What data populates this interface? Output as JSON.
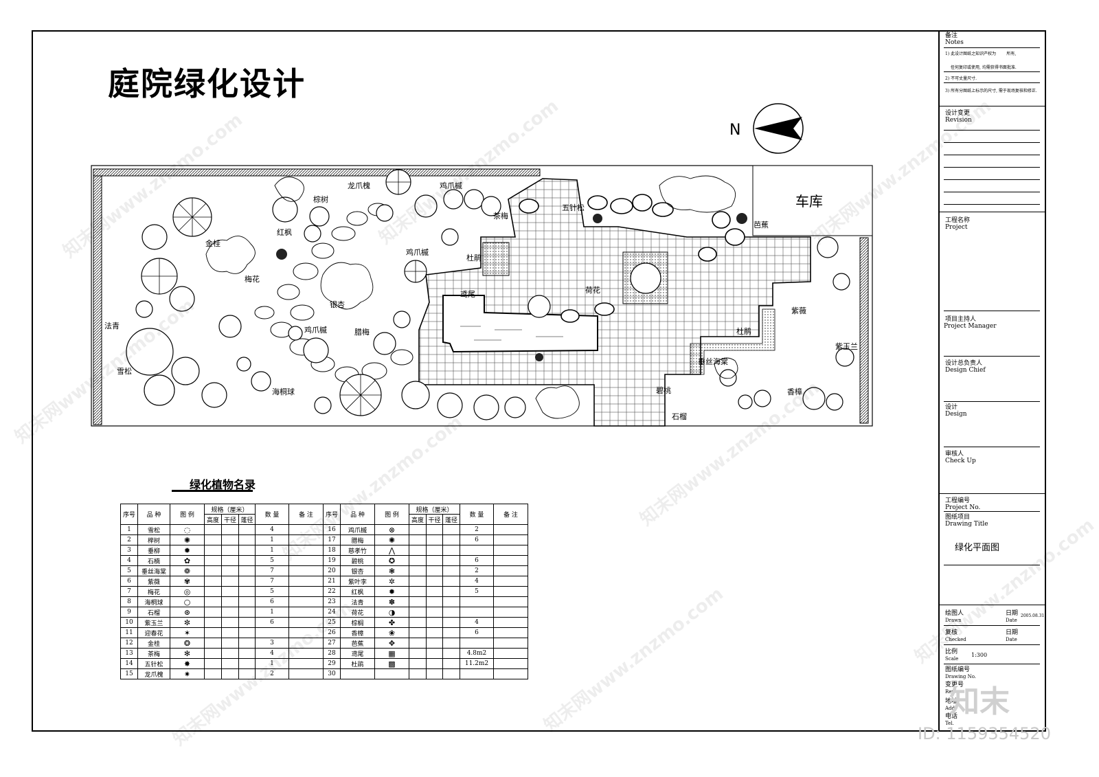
{
  "drawing": {
    "title": "庭院绿化设计",
    "north_label": "N",
    "garage_label": "车库"
  },
  "plan_labels": [
    {
      "id": "longzhuahuai",
      "text": "龙爪槐"
    },
    {
      "id": "jizhuaxie1",
      "text": "鸡爪槭"
    },
    {
      "id": "zongshu",
      "text": "棕树"
    },
    {
      "id": "hongfeng",
      "text": "红枫"
    },
    {
      "id": "jinjie",
      "text": "金桂"
    },
    {
      "id": "chamei",
      "text": "茶梅"
    },
    {
      "id": "wuzhensong",
      "text": "五针松"
    },
    {
      "id": "bajiao",
      "text": "芭蕉"
    },
    {
      "id": "meihua",
      "text": "梅花"
    },
    {
      "id": "jizhuaxie2",
      "text": "鸡爪槭"
    },
    {
      "id": "dujuan1",
      "text": "杜鹃"
    },
    {
      "id": "yinxing",
      "text": "银杏"
    },
    {
      "id": "fagao",
      "text": "法青"
    },
    {
      "id": "xuesong",
      "text": "雪松"
    },
    {
      "id": "jizhuaxie3",
      "text": "鸡爪槭"
    },
    {
      "id": "lamei",
      "text": "腊梅"
    },
    {
      "id": "haitongqiu",
      "text": "海桐球"
    },
    {
      "id": "hehua",
      "text": "荷花"
    },
    {
      "id": "yiwei",
      "text": "鸢尾"
    },
    {
      "id": "dujuan2",
      "text": "杜鹃"
    },
    {
      "id": "ziwei",
      "text": "紫薇"
    },
    {
      "id": "ziyulan",
      "text": "紫玉兰"
    },
    {
      "id": "chuisihaitang",
      "text": "垂丝海棠"
    },
    {
      "id": "bitao",
      "text": "碧桃"
    },
    {
      "id": "shiliu",
      "text": "石榴"
    },
    {
      "id": "xiangzhang",
      "text": "香樟"
    }
  ],
  "legend": {
    "title": "绿化植物名录",
    "headers": {
      "index": "序号",
      "species": "品 种",
      "symbol": "图 例",
      "spec": "规格（厘米）",
      "height": "高度",
      "trunk": "干径",
      "crown": "蓬径",
      "qty": "数 量",
      "notes": "备 注"
    },
    "rows_left": [
      {
        "no": "1",
        "name": "雪松",
        "sym": "◌",
        "qty": "4"
      },
      {
        "no": "2",
        "name": "榉树",
        "sym": "✺",
        "qty": "1"
      },
      {
        "no": "3",
        "name": "垂柳",
        "sym": "✹",
        "qty": "1"
      },
      {
        "no": "4",
        "name": "石楠",
        "sym": "✿",
        "qty": "5"
      },
      {
        "no": "5",
        "name": "垂丝海棠",
        "sym": "❁",
        "qty": "7"
      },
      {
        "no": "6",
        "name": "紫薇",
        "sym": "✾",
        "qty": "7"
      },
      {
        "no": "7",
        "name": "梅花",
        "sym": "◎",
        "qty": "5"
      },
      {
        "no": "8",
        "name": "海桐球",
        "sym": "○",
        "qty": "6"
      },
      {
        "no": "9",
        "name": "石榴",
        "sym": "⊛",
        "qty": "1"
      },
      {
        "no": "10",
        "name": "紫玉兰",
        "sym": "✼",
        "qty": "6"
      },
      {
        "no": "11",
        "name": "迎春花",
        "sym": "✶",
        "qty": ""
      },
      {
        "no": "12",
        "name": "金桂",
        "sym": "❂",
        "qty": "3"
      },
      {
        "no": "13",
        "name": "茶梅",
        "sym": "✻",
        "qty": "4"
      },
      {
        "no": "14",
        "name": "五针松",
        "sym": "✸",
        "qty": "1"
      },
      {
        "no": "15",
        "name": "龙爪槐",
        "sym": "✷",
        "qty": "2"
      }
    ],
    "rows_right": [
      {
        "no": "16",
        "name": "鸡爪槭",
        "sym": "⊗",
        "qty": "2"
      },
      {
        "no": "17",
        "name": "腊梅",
        "sym": "✺",
        "qty": "6"
      },
      {
        "no": "18",
        "name": "慈孝竹",
        "sym": "⋀",
        "qty": ""
      },
      {
        "no": "19",
        "name": "碧桃",
        "sym": "✪",
        "qty": "6"
      },
      {
        "no": "20",
        "name": "银杏",
        "sym": "❃",
        "qty": "2"
      },
      {
        "no": "21",
        "name": "紫叶李",
        "sym": "✲",
        "qty": "4"
      },
      {
        "no": "22",
        "name": "红枫",
        "sym": "✹",
        "qty": "5"
      },
      {
        "no": "23",
        "name": "法青",
        "sym": "✽",
        "qty": ""
      },
      {
        "no": "24",
        "name": "荷花",
        "sym": "◑",
        "qty": ""
      },
      {
        "no": "25",
        "name": "棕榈",
        "sym": "✤",
        "qty": "4"
      },
      {
        "no": "26",
        "name": "香樟",
        "sym": "❀",
        "qty": "6"
      },
      {
        "no": "27",
        "name": "芭蕉",
        "sym": "✥",
        "qty": ""
      },
      {
        "no": "28",
        "name": "鸢尾",
        "sym": "▦",
        "qty": "4.8m2"
      },
      {
        "no": "29",
        "name": "杜鹃",
        "sym": "▩",
        "qty": "11.2m2"
      },
      {
        "no": "30",
        "name": "",
        "sym": "",
        "qty": ""
      }
    ]
  },
  "title_block": {
    "notes_cn": "备注",
    "notes_en": "Notes",
    "note_1": "1) 此设计图纸之知识产权为",
    "note_1b": "所有,",
    "note_1c": "任何复印或使用, 均需获得书面批准.",
    "note_2": "2) 不可丈量尺寸.",
    "note_3": "3) 所有分图纸上标示的尺寸, 需于现场复核和修正.",
    "revision_cn": "设计变更",
    "revision_en": "Revision",
    "project_cn": "工程名称",
    "project_en": "Project",
    "pm_cn": "项目主持人",
    "pm_en": "Project  Manager",
    "chief_cn": "设计总负责人",
    "chief_en": "Design Chief",
    "design_cn": "设计",
    "design_en": "Design",
    "check_cn": "审核人",
    "check_en": "Check Up",
    "projno_cn": "工程编号",
    "projno_en": "Project No.",
    "dtitle_cn": "图纸项目",
    "dtitle_en": "Drawing Title",
    "drawing_title": "绿化平面图",
    "drawn_cn": "绘图人",
    "drawn_en": "Drawn",
    "date_cn": "日期",
    "date_en": "Date",
    "date_value": "2005.08.31",
    "checked_cn": "复核",
    "checked_en": "Checked",
    "date2_cn": "日期",
    "date2_en": "Date",
    "scale_cn": "比例",
    "scale_en": "Scale",
    "scale_value": "1:300",
    "dwgno_cn": "图纸编号",
    "dwgno_en": "Drawing No.",
    "rev_cn": "变更号",
    "rev_en": "Rev.",
    "addr_cn": "地址",
    "addr_en": "Add.",
    "tel_cn": "电话",
    "tel_en": "Tel."
  },
  "watermark": {
    "text": "知末网www.znzmo.com",
    "brand": "知末",
    "id": "ID: 1159354520"
  }
}
